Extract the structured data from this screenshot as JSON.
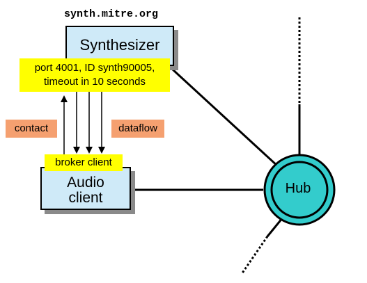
{
  "hostname": "synth.mitre.org",
  "synthesizer": {
    "title": "Synthesizer"
  },
  "connection_info": {
    "line1": "port 4001, ID synth90005,",
    "line2": "timeout in 10 seconds"
  },
  "labels": {
    "contact": "contact",
    "dataflow": "dataflow",
    "broker_client": "broker client"
  },
  "audio_client": {
    "line1": "Audio",
    "line2": "client"
  },
  "hub": {
    "label": "Hub"
  },
  "colors": {
    "box_fill": "#cfeaf8",
    "label_yellow": "#ffff00",
    "label_salmon": "#f5a070",
    "hub_fill": "#33cccc",
    "shadow": "#8a8a8a"
  }
}
